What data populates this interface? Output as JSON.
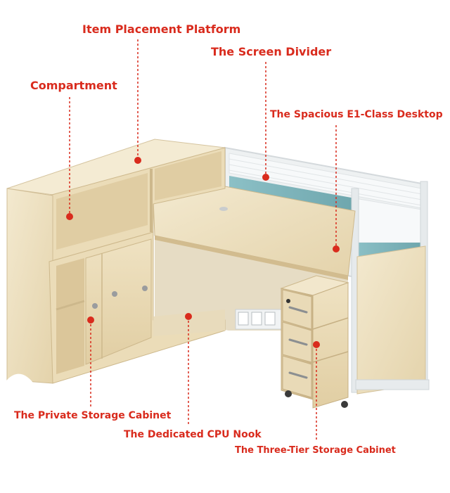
{
  "labels": {
    "item_placement_platform": "Item Placement Platform",
    "screen_divider": "The Screen Divider",
    "compartment": "Compartment",
    "spacious_desktop": "The Spacious E1-Class Desktop",
    "private_storage_cabinet": "The Private Storage Cabinet",
    "dedicated_cpu_nook": "The Dedicated CPU Nook",
    "three_tier_storage_cabinet": "The Three-Tier Storage Cabinet"
  },
  "colors": {
    "callout": "#d92b1d",
    "wood_light": "#f1e6cb",
    "wood_mid": "#e6d6b0",
    "wood_dark": "#cdb88c",
    "frame": "#e9ecee",
    "panel_blue": "#7fb3bb",
    "glass": "#f4f6f7"
  }
}
